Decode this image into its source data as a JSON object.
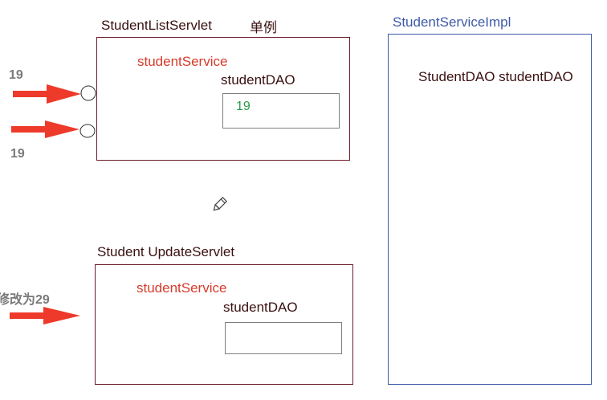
{
  "list_servlet": {
    "title": "StudentListServlet",
    "singleton_label": "单例",
    "service_label": "studentService",
    "dao_label": "studentDAO",
    "value": "19"
  },
  "update_servlet": {
    "title": "Student UpdateServlet",
    "service_label": "studentService",
    "dao_label": "studentDAO",
    "value": ""
  },
  "service_impl": {
    "title": "StudentServiceImpl",
    "field": "StudentDAO studentDAO"
  },
  "requests": {
    "arrow1_label": "19",
    "arrow2_label": "19",
    "arrow3_label": "修改为29"
  },
  "colors": {
    "arrow": "#ee3a2a",
    "box_border": "#6b1a2a",
    "impl_border": "#3d5aa8",
    "service_text": "#d63b2b",
    "value_text": "#2a9a4a"
  },
  "icons": {
    "pencil": "pencil-icon"
  }
}
